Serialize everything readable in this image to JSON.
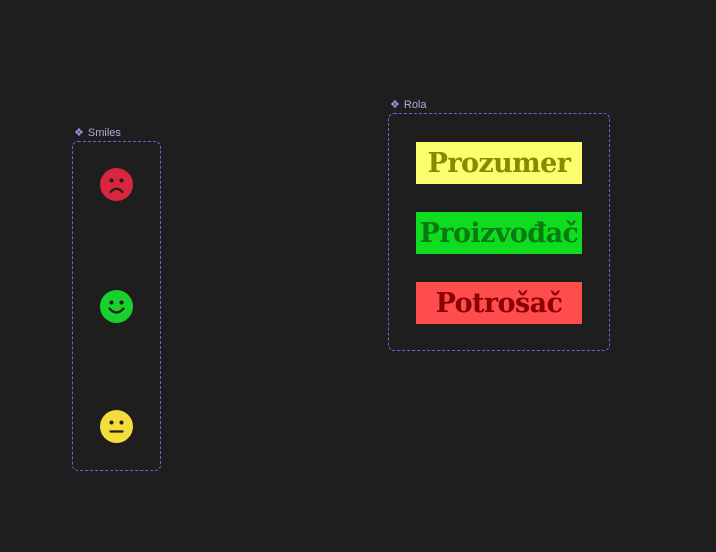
{
  "smiles": {
    "label": "Smiles",
    "items": [
      {
        "name": "sad",
        "color": "#d7263d"
      },
      {
        "name": "happy",
        "color": "#18d12a"
      },
      {
        "name": "neutral",
        "color": "#f4dd3a"
      }
    ]
  },
  "rola": {
    "label": "Rola",
    "items": [
      {
        "label": "Prozumer",
        "bg": "#fbff6e",
        "fg": "#8a8a00"
      },
      {
        "label": "Proizvođač",
        "bg": "#0fdc1e",
        "fg": "#0a7a12"
      },
      {
        "label": "Potrošač",
        "bg": "#ff4d4d",
        "fg": "#8b0000"
      }
    ]
  },
  "colors": {
    "canvas_bg": "#1e1e1e",
    "frame_border": "#8e4fe0",
    "label_text": "#b7a9d9"
  }
}
